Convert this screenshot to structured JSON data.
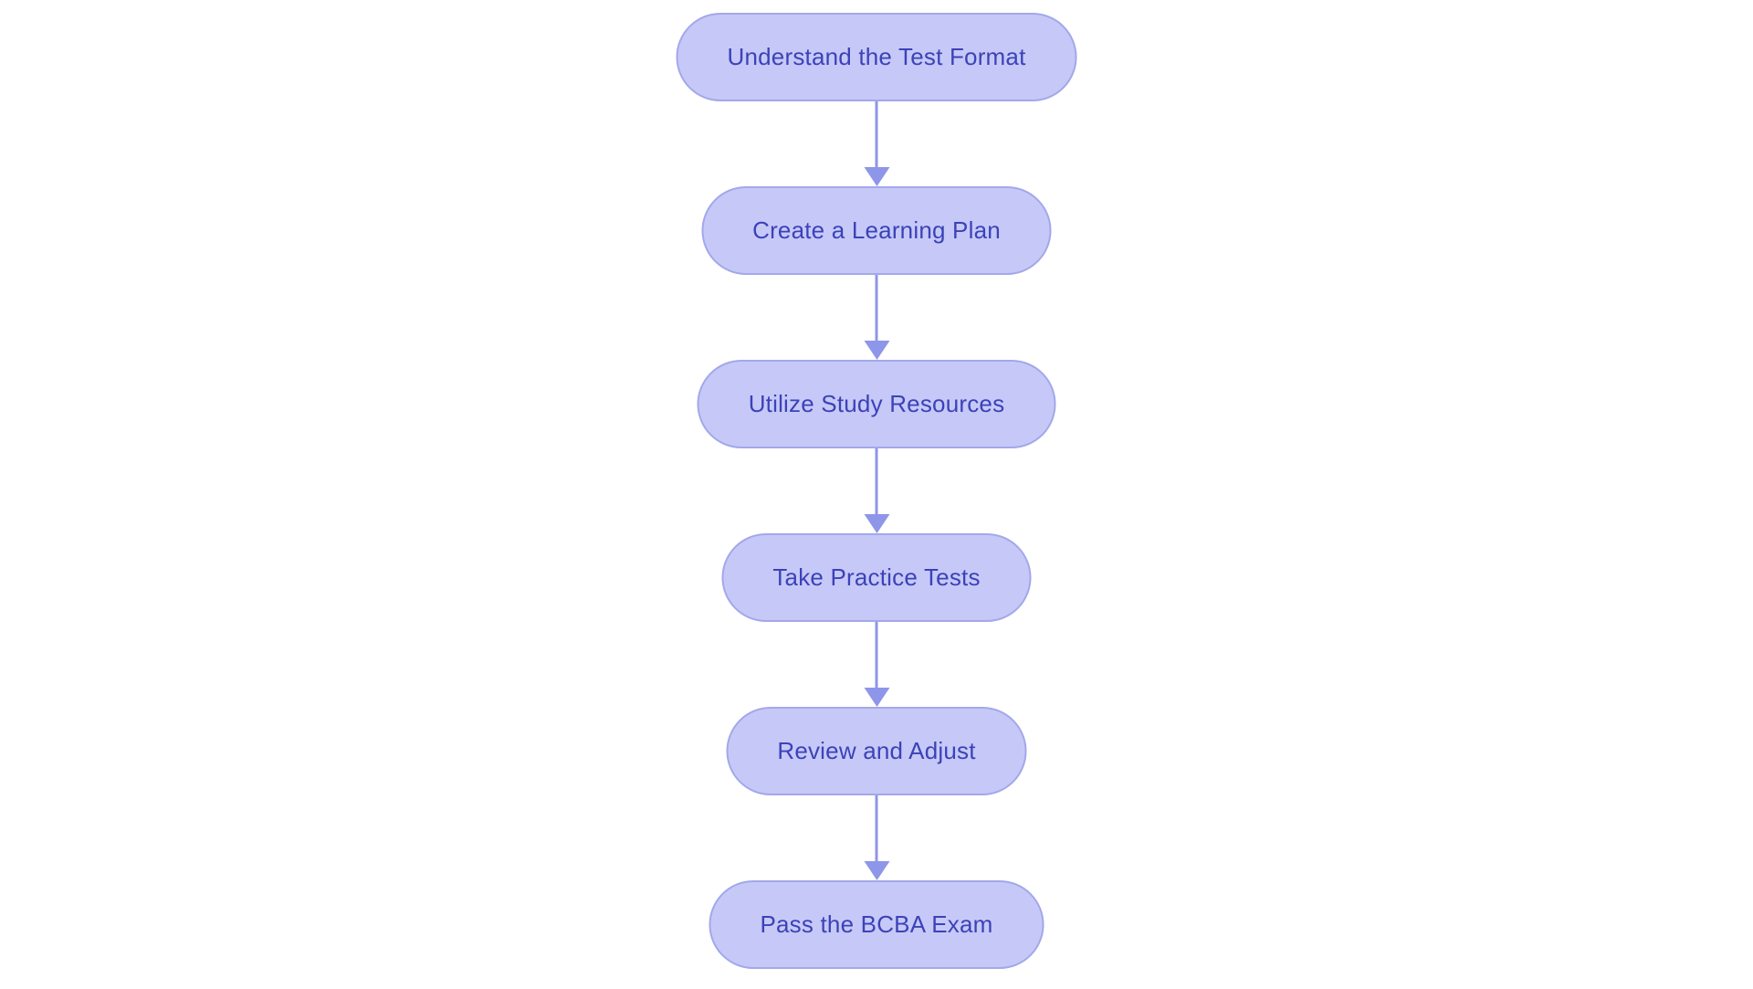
{
  "diagram": {
    "type": "flowchart",
    "direction": "top-down",
    "colors": {
      "background": "#ffffff",
      "node_fill": "#c6c9f7",
      "node_border": "#a2a8ea",
      "node_text": "#3c42b8",
      "arrow": "#8e96e9"
    },
    "nodes": [
      {
        "label": "Understand the Test Format"
      },
      {
        "label": "Create a Learning Plan"
      },
      {
        "label": "Utilize Study Resources"
      },
      {
        "label": "Take Practice Tests"
      },
      {
        "label": "Review and Adjust"
      },
      {
        "label": "Pass the BCBA Exam"
      }
    ],
    "edges": [
      {
        "from": 0,
        "to": 1
      },
      {
        "from": 1,
        "to": 2
      },
      {
        "from": 2,
        "to": 3
      },
      {
        "from": 3,
        "to": 4
      },
      {
        "from": 4,
        "to": 5
      }
    ]
  }
}
